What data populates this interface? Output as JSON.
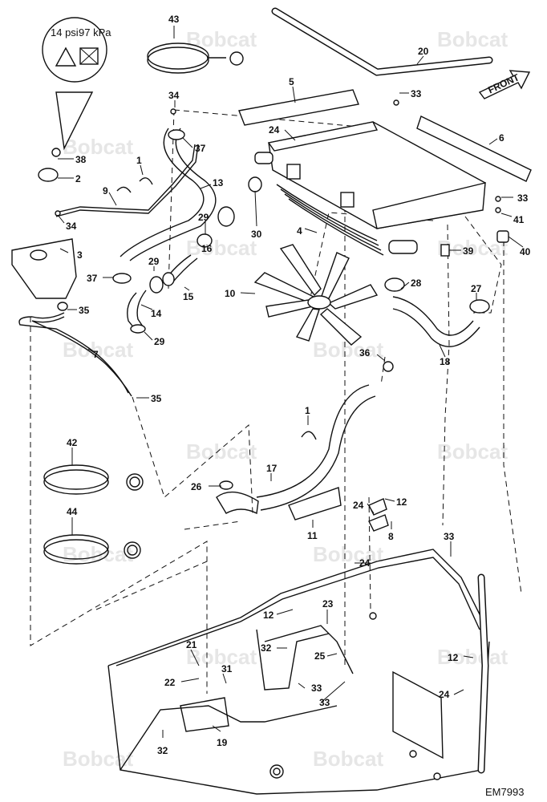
{
  "diagram": {
    "watermark_text": "Bobcat",
    "reference_code": "EM7993",
    "front_label": "FRONT",
    "decal_text": {
      "pressure_psi": "14 psi",
      "pressure_kpa": "97 kPa"
    },
    "callouts": [
      {
        "id": "c43",
        "label": "43"
      },
      {
        "id": "c20",
        "label": "20"
      },
      {
        "id": "c5",
        "label": "5"
      },
      {
        "id": "c33a",
        "label": "33"
      },
      {
        "id": "c34a",
        "label": "34"
      },
      {
        "id": "c24a",
        "label": "24"
      },
      {
        "id": "c37a",
        "label": "37"
      },
      {
        "id": "c6",
        "label": "6"
      },
      {
        "id": "c38",
        "label": "38"
      },
      {
        "id": "c1a",
        "label": "1"
      },
      {
        "id": "c2",
        "label": "2"
      },
      {
        "id": "c13",
        "label": "13"
      },
      {
        "id": "c9",
        "label": "9"
      },
      {
        "id": "c33b",
        "label": "33"
      },
      {
        "id": "c34b",
        "label": "34"
      },
      {
        "id": "c29a",
        "label": "29"
      },
      {
        "id": "c30",
        "label": "30"
      },
      {
        "id": "c41",
        "label": "41"
      },
      {
        "id": "c4",
        "label": "4"
      },
      {
        "id": "c16",
        "label": "16"
      },
      {
        "id": "c40",
        "label": "40"
      },
      {
        "id": "c3",
        "label": "3"
      },
      {
        "id": "c39",
        "label": "39"
      },
      {
        "id": "c29b",
        "label": "29"
      },
      {
        "id": "c37b",
        "label": "37"
      },
      {
        "id": "c28",
        "label": "28"
      },
      {
        "id": "c10",
        "label": "10"
      },
      {
        "id": "c15",
        "label": "15"
      },
      {
        "id": "c27",
        "label": "27"
      },
      {
        "id": "c35a",
        "label": "35"
      },
      {
        "id": "c14",
        "label": "14"
      },
      {
        "id": "c29c",
        "label": "29"
      },
      {
        "id": "c36",
        "label": "36"
      },
      {
        "id": "c18",
        "label": "18"
      },
      {
        "id": "c7",
        "label": "7"
      },
      {
        "id": "c35b",
        "label": "35"
      },
      {
        "id": "c1b",
        "label": "1"
      },
      {
        "id": "c42",
        "label": "42"
      },
      {
        "id": "c17",
        "label": "17"
      },
      {
        "id": "c26",
        "label": "26"
      },
      {
        "id": "c24b",
        "label": "24"
      },
      {
        "id": "c12a",
        "label": "12"
      },
      {
        "id": "c44",
        "label": "44"
      },
      {
        "id": "c11",
        "label": "11"
      },
      {
        "id": "c8",
        "label": "8"
      },
      {
        "id": "c33c",
        "label": "33"
      },
      {
        "id": "c24c",
        "label": "24"
      },
      {
        "id": "c12b",
        "label": "12"
      },
      {
        "id": "c23",
        "label": "23"
      },
      {
        "id": "c21",
        "label": "21"
      },
      {
        "id": "c32a",
        "label": "32"
      },
      {
        "id": "c25",
        "label": "25"
      },
      {
        "id": "c12c",
        "label": "12"
      },
      {
        "id": "c31",
        "label": "31"
      },
      {
        "id": "c22",
        "label": "22"
      },
      {
        "id": "c33d",
        "label": "33"
      },
      {
        "id": "c24d",
        "label": "24"
      },
      {
        "id": "c33e",
        "label": "33"
      },
      {
        "id": "c19",
        "label": "19"
      },
      {
        "id": "c32b",
        "label": "32"
      }
    ]
  }
}
